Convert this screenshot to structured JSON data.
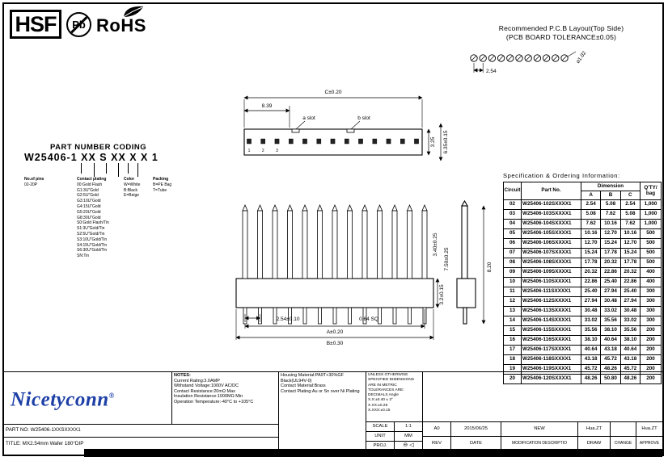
{
  "badges": {
    "hsf": "HSF",
    "pb": "Pb",
    "rohs": "RoHS"
  },
  "pcb_layout": {
    "title": "Recommended  P.C.B  Layout(Top Side)",
    "subtitle": "(PCB  BOARD  TOLERANCE±0.05)",
    "pitch": "2.54",
    "hole_dia": "⌀1.02"
  },
  "part_coding": {
    "title": "PART NUMBER CODING",
    "code": "W25406-1 XX S XX X X 1",
    "pins_label": "No.of pins",
    "pins_value": "02-20P",
    "plating_label": "Contact plating",
    "plating_options": [
      "00:Gold Flash",
      "G1:3U\"Gold",
      "G2:5U\"Gold",
      "G3:10U\"Gold",
      "G4:15U\"Gold",
      "G5:20U\"Gold",
      "G8:30U\"Gold",
      "S0:Gold Flash/Tin",
      "S1:3U\"Gold/Tin",
      "S2:5U\"Gold/Tin",
      "S3:10U\"Gold/Tin",
      "S4:15U\"Gold/Tin",
      "S6:30U\"Gold/Tin",
      "SN:Tin"
    ],
    "color_label": "Color",
    "color_options": [
      "W=White",
      "B:Black",
      "E=Beige"
    ],
    "packing_label": "Packing",
    "packing_options": [
      "B=PE Bag",
      "T=Tube"
    ]
  },
  "top_view": {
    "dim_c": "C±0.20",
    "dim_839": "8.39",
    "a_slot": "a slot",
    "b_slot": "b slot",
    "dim_325": "3.25",
    "dim_635": "6.35±0.15",
    "pin_numbers": [
      "1",
      "2",
      "3"
    ]
  },
  "front_view": {
    "dim_340": "3.40±0.25",
    "dim_750": "7.50±0.25",
    "dim_820": "8.20",
    "dim_254": "2.54±0.10",
    "dim_sq": "0.64 SQ",
    "dim_a": "A±0.20",
    "dim_b": "B±0.30",
    "dim_32": "3.2±0.15"
  },
  "spec_table": {
    "title": "Specification  &  Ordering  Information:",
    "col_circuit": "Circuit",
    "col_part": "Part No.",
    "col_dim": "Dimension",
    "col_a": "A",
    "col_b": "B",
    "col_c": "C",
    "col_qty_1": "Q'TY/",
    "col_qty_2": "bag",
    "rows": [
      {
        "circuit": "02",
        "part_no": "W25406-102SXXXX1",
        "a": "2.54",
        "b": "5.08",
        "c": "2.54",
        "qty": "1,000"
      },
      {
        "circuit": "03",
        "part_no": "W25406-103SXXXX1",
        "a": "5.08",
        "b": "7.62",
        "c": "5.08",
        "qty": "1,000"
      },
      {
        "circuit": "04",
        "part_no": "W25406-104SXXXX1",
        "a": "7.62",
        "b": "10.16",
        "c": "7.62",
        "qty": "1,000"
      },
      {
        "circuit": "05",
        "part_no": "W25406-105SXXXX1",
        "a": "10.16",
        "b": "12.70",
        "c": "10.16",
        "qty": "500"
      },
      {
        "circuit": "06",
        "part_no": "W25406-106SXXXX1",
        "a": "12.70",
        "b": "15.24",
        "c": "12.70",
        "qty": "500"
      },
      {
        "circuit": "07",
        "part_no": "W25406-107SXXXX1",
        "a": "15.24",
        "b": "17.78",
        "c": "15.24",
        "qty": "500"
      },
      {
        "circuit": "08",
        "part_no": "W25406-108SXXXX1",
        "a": "17.78",
        "b": "20.32",
        "c": "17.78",
        "qty": "500"
      },
      {
        "circuit": "09",
        "part_no": "W25406-109SXXXX1",
        "a": "20.32",
        "b": "22.86",
        "c": "20.32",
        "qty": "400"
      },
      {
        "circuit": "10",
        "part_no": "W25406-110SXXXX1",
        "a": "22.86",
        "b": "25.40",
        "c": "22.86",
        "qty": "400"
      },
      {
        "circuit": "11",
        "part_no": "W25406-111SXXXX1",
        "a": "25.40",
        "b": "27.94",
        "c": "25.40",
        "qty": "300"
      },
      {
        "circuit": "12",
        "part_no": "W25406-112SXXXX1",
        "a": "27.94",
        "b": "30.48",
        "c": "27.94",
        "qty": "300"
      },
      {
        "circuit": "13",
        "part_no": "W25406-113SXXXX1",
        "a": "30.48",
        "b": "33.02",
        "c": "30.48",
        "qty": "300"
      },
      {
        "circuit": "14",
        "part_no": "W25406-114SXXXX1",
        "a": "33.02",
        "b": "35.56",
        "c": "33.02",
        "qty": "300"
      },
      {
        "circuit": "15",
        "part_no": "W25406-115SXXXX1",
        "a": "35.56",
        "b": "38.10",
        "c": "35.56",
        "qty": "200"
      },
      {
        "circuit": "16",
        "part_no": "W25406-116SXXXX1",
        "a": "38.10",
        "b": "40.64",
        "c": "38.10",
        "qty": "200"
      },
      {
        "circuit": "17",
        "part_no": "W25406-117SXXXX1",
        "a": "40.64",
        "b": "43.18",
        "c": "40.64",
        "qty": "200"
      },
      {
        "circuit": "18",
        "part_no": "W25406-118SXXXX1",
        "a": "43.18",
        "b": "45.72",
        "c": "43.18",
        "qty": "200"
      },
      {
        "circuit": "19",
        "part_no": "W25406-119SXXXX1",
        "a": "45.72",
        "b": "48.26",
        "c": "45.72",
        "qty": "200"
      },
      {
        "circuit": "20",
        "part_no": "W25406-120SXXXX1",
        "a": "48.26",
        "b": "50.80",
        "c": "48.26",
        "qty": "200"
      }
    ]
  },
  "title_block": {
    "brand": "Nicetyconn",
    "brand_reg": "®",
    "notes_label": "NOTES:",
    "notes": [
      "Current Rating:3.0AMP",
      "Withstand Voltage:1000V AC/DC",
      "Contact Resistance:20mΩ Max",
      "Insulation Resistance:1000MΩ Min",
      "Operation Temperature:-40°C to +105°C"
    ],
    "materials": [
      "Housing Material:PA9T+30%GF Black(UL94V-0)",
      "Contact Material:Brass",
      "Contact Plating:Au or Sn over Ni Plating"
    ],
    "tolerance_lines": [
      "UNLESS OTHERWISE",
      "SPECIFIED  DIMENSIONS",
      "ARE IN METRIC",
      "TOLERANCES  ARE:",
      "DECIMALS    Angle",
      "X.X:±0.40      ± 3°",
      "X.XX:±0.25",
      "X.XXX:±0.15"
    ],
    "part_no": "PART NO: W25406-1XXSXXXX1",
    "title": "TITLE: MX2.54mm Wafer 180°DIP",
    "scale_label": "SCALE",
    "scale_value": "1:1",
    "unit_label": "UNIT",
    "unit_value": "MM",
    "proj_label": "PROJ.",
    "proj_symbols": "⊖ ◁",
    "rev_row": {
      "rev": "A0",
      "date": "2015/06/25",
      "desc": "NEW",
      "draw": "Hua.ZT",
      "change": "",
      "approve": "Hua.ZT"
    },
    "head_row": {
      "rev": "REV",
      "date": "DATE",
      "desc": "MODIFICATION DESCRIPTIO",
      "draw": "DRAW",
      "change": "CHANGE",
      "approve": "APPROVE"
    }
  }
}
